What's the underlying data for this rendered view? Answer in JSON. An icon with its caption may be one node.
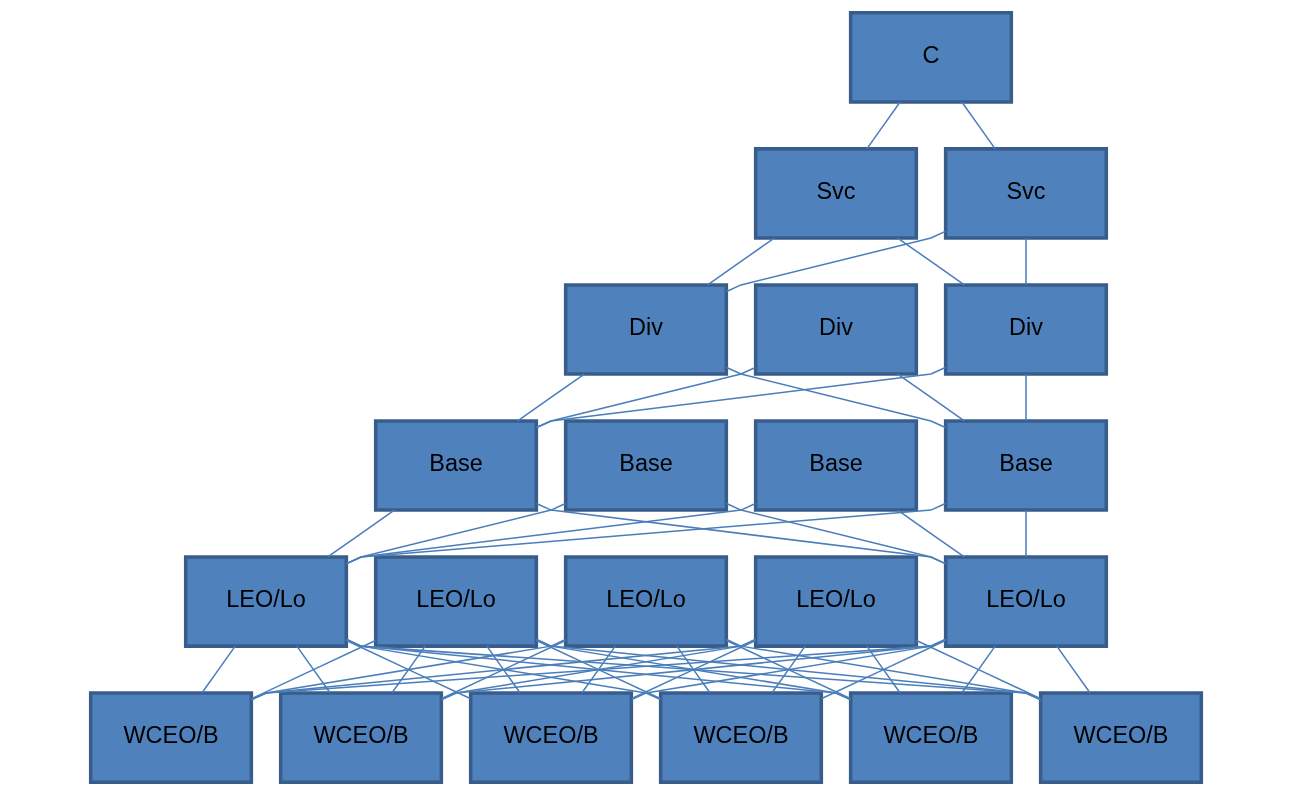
{
  "diagram": {
    "nodes": [
      {
        "text": [
          "C"
        ]
      },
      {
        "text": [
          "Svc"
        ]
      },
      {
        "text": [
          "Svc"
        ]
      },
      {
        "text": [
          "Div"
        ]
      },
      {
        "text": [
          "Div"
        ]
      },
      {
        "text": [
          "Div"
        ]
      },
      {
        "text": [
          "Base"
        ]
      },
      {
        "text": [
          "Base"
        ]
      },
      {
        "text": [
          "Base"
        ]
      },
      {
        "text": [
          "Base"
        ]
      },
      {
        "text": [
          "LEO/Lo"
        ]
      },
      {
        "text": [
          "LEO/Lo"
        ]
      },
      {
        "text": [
          "LEO/Lo"
        ]
      },
      {
        "text": [
          "LEO/Lo"
        ]
      },
      {
        "text": [
          "LEO/Lo"
        ]
      },
      {
        "text": [
          "WCEO/B"
        ]
      },
      {
        "text": [
          "WCEO/B"
        ]
      },
      {
        "text": [
          "WCEO/B"
        ]
      },
      {
        "text": [
          "WCEO/B"
        ]
      },
      {
        "text": [
          "WCEO/B"
        ]
      },
      {
        "text": [
          "WCEO/B"
        ]
      }
    ],
    "edges": [
      {
        "from": 0,
        "to": 1,
        "arrow": "none"
      },
      {
        "from": 0,
        "to": 2,
        "arrow": "none"
      },
      {
        "from": 1,
        "to": 3,
        "arrow": "none"
      },
      {
        "from": 1,
        "to": 5,
        "arrow": "none"
      },
      {
        "from": 2,
        "to": 3,
        "arrow": "none"
      },
      {
        "from": 2,
        "to": 5,
        "arrow": "none"
      },
      {
        "from": 3,
        "to": 6,
        "arrow": "none"
      },
      {
        "from": 3,
        "to": 9,
        "arrow": "none"
      },
      {
        "from": 4,
        "to": 6,
        "arrow": "none"
      },
      {
        "from": 4,
        "to": 9,
        "arrow": "none"
      },
      {
        "from": 5,
        "to": 6,
        "arrow": "none"
      },
      {
        "from": 5,
        "to": 9,
        "arrow": "none"
      },
      {
        "from": 6,
        "to": 10,
        "arrow": "none"
      },
      {
        "from": 6,
        "to": 14,
        "arrow": "none"
      },
      {
        "from": 7,
        "to": 10,
        "arrow": "none"
      },
      {
        "from": 7,
        "to": 14,
        "arrow": "none"
      },
      {
        "from": 8,
        "to": 10,
        "arrow": "none"
      },
      {
        "from": 8,
        "to": 14,
        "arrow": "none"
      },
      {
        "from": 9,
        "to": 10,
        "arrow": "none"
      },
      {
        "from": 9,
        "to": 14,
        "arrow": "none"
      },
      {
        "from": 10,
        "to": 15,
        "arrow": "none"
      },
      {
        "from": 10,
        "to": 16,
        "arrow": "none"
      },
      {
        "from": 10,
        "to": 17,
        "arrow": "none"
      },
      {
        "from": 10,
        "to": 18,
        "arrow": "none"
      },
      {
        "from": 10,
        "to": 19,
        "arrow": "none"
      },
      {
        "from": 10,
        "to": 20,
        "arrow": "none"
      },
      {
        "from": 11,
        "to": 15,
        "arrow": "none"
      },
      {
        "from": 11,
        "to": 16,
        "arrow": "none"
      },
      {
        "from": 11,
        "to": 17,
        "arrow": "none"
      },
      {
        "from": 11,
        "to": 18,
        "arrow": "none"
      },
      {
        "from": 11,
        "to": 19,
        "arrow": "none"
      },
      {
        "from": 11,
        "to": 20,
        "arrow": "none"
      },
      {
        "from": 12,
        "to": 15,
        "arrow": "none"
      },
      {
        "from": 12,
        "to": 16,
        "arrow": "none"
      },
      {
        "from": 12,
        "to": 17,
        "arrow": "none"
      },
      {
        "from": 12,
        "to": 18,
        "arrow": "none"
      },
      {
        "from": 12,
        "to": 19,
        "arrow": "none"
      },
      {
        "from": 12,
        "to": 20,
        "arrow": "none"
      },
      {
        "from": 13,
        "to": 15,
        "arrow": "none"
      },
      {
        "from": 13,
        "to": 16,
        "arrow": "none"
      },
      {
        "from": 13,
        "to": 17,
        "arrow": "none"
      },
      {
        "from": 13,
        "to": 18,
        "arrow": "none"
      },
      {
        "from": 13,
        "to": 19,
        "arrow": "none"
      },
      {
        "from": 13,
        "to": 20,
        "arrow": "none"
      },
      {
        "from": 14,
        "to": 15,
        "arrow": "none"
      },
      {
        "from": 14,
        "to": 16,
        "arrow": "none"
      },
      {
        "from": 14,
        "to": 17,
        "arrow": "none"
      },
      {
        "from": 14,
        "to": 18,
        "arrow": "none"
      },
      {
        "from": 14,
        "to": 19,
        "arrow": "none"
      },
      {
        "from": 14,
        "to": 20,
        "arrow": "none"
      }
    ]
  }
}
